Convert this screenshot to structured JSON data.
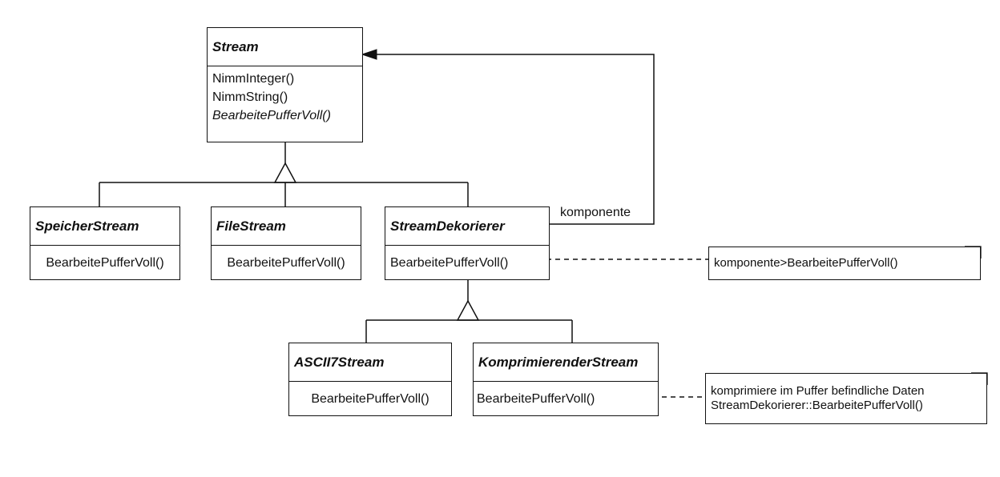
{
  "classes": {
    "stream": {
      "name": "Stream",
      "ops": [
        "NimmInteger()",
        "NimmString()",
        "BearbeitePufferVoll()"
      ]
    },
    "speicher_stream": {
      "name": "SpeicherStream",
      "op": "BearbeitePufferVoll()"
    },
    "file_stream": {
      "name": "FileStream",
      "op": "BearbeitePufferVoll()"
    },
    "stream_dekorierer": {
      "name": "StreamDekorierer",
      "op": "BearbeitePufferVoll()"
    },
    "ascii7_stream": {
      "name": "ASCII7Stream",
      "op": "BearbeitePufferVoll()"
    },
    "komprimierender_stream": {
      "name": "KomprimierenderStream",
      "op": "BearbeitePufferVoll()"
    }
  },
  "association": {
    "label": "komponente"
  },
  "notes": {
    "dekorierer_note": [
      "komponente>BearbeitePufferVoll()"
    ],
    "komprimierend_note": [
      "komprimiere im Puffer befindliche Daten",
      "StreamDekorierer::BearbeitePufferVoll()"
    ]
  },
  "colors": {
    "line": "#111111",
    "background": "#ffffff"
  }
}
